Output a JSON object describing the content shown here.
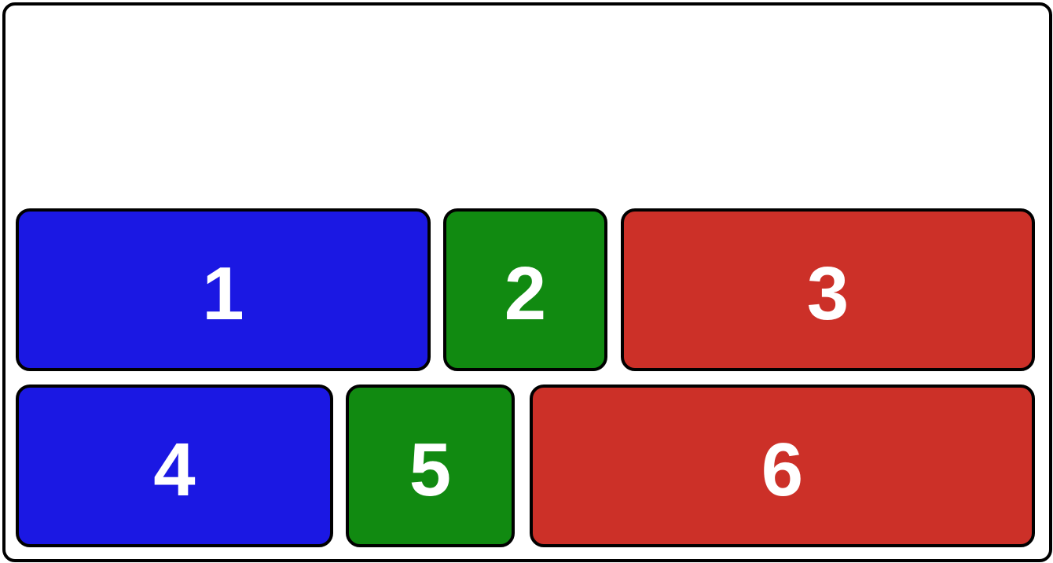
{
  "boxes": [
    {
      "label": "1",
      "color": "#1b18e3"
    },
    {
      "label": "2",
      "color": "#118a11"
    },
    {
      "label": "3",
      "color": "#cc3028"
    },
    {
      "label": "4",
      "color": "#1b18e3"
    },
    {
      "label": "5",
      "color": "#118a11"
    },
    {
      "label": "6",
      "color": "#cc3028"
    }
  ]
}
